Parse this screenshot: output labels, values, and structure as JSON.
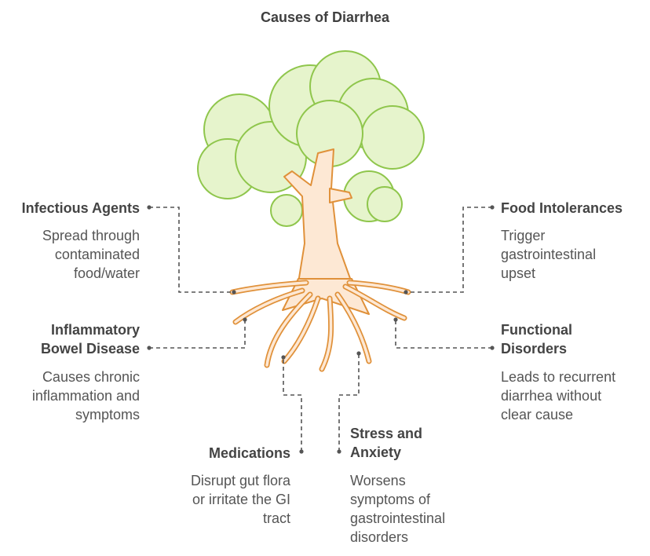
{
  "title": "Causes of Diarrhea",
  "colors": {
    "foliage_fill": "#e6f4cc",
    "foliage_stroke": "#8fc64c",
    "trunk_fill": "#fde8d4",
    "trunk_stroke": "#e0913a",
    "connector": "#555555",
    "text": "#444444"
  },
  "causes": {
    "infectious": {
      "label": "Infectious Agents",
      "description": "Spread through\ncontaminated\nfood/water"
    },
    "ibd": {
      "label": "Inflammatory\nBowel Disease",
      "description": "Causes chronic\ninflammation and\nsymptoms"
    },
    "medications": {
      "label": "Medications",
      "description": "Disrupt gut flora\nor irritate the GI\ntract"
    },
    "stress": {
      "label": "Stress and\nAnxiety",
      "description": "Worsens\nsymptoms of\ngastrointestinal\ndisorders"
    },
    "food": {
      "label": "Food Intolerances",
      "description": "Trigger\ngastrointestinal\nupset"
    },
    "functional": {
      "label": "Functional\nDisorders",
      "description": "Leads to recurrent\ndiarrhea without\nclear cause"
    }
  }
}
